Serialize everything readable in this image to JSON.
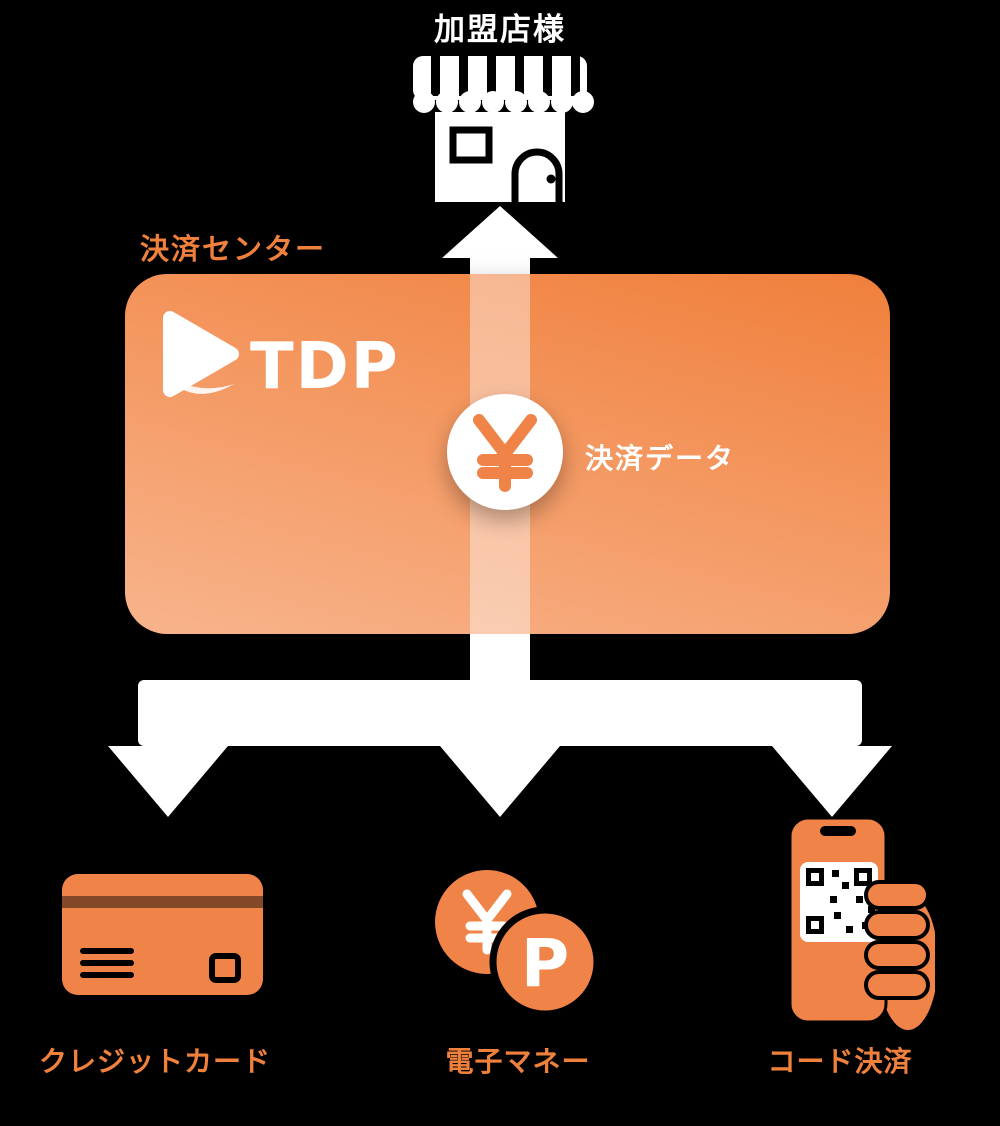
{
  "colors": {
    "background": "#000000",
    "accent": "#EF8348",
    "accent_text": "#F0813C",
    "box_gradient_top": "#F07F3B",
    "box_gradient_bottom": "#F8B48C",
    "white": "#FFFFFF",
    "detail_dark": "#000000"
  },
  "merchant": {
    "label": "加盟店様"
  },
  "payment_center": {
    "label": "決済センター",
    "brand": "TDP"
  },
  "flow": {
    "data_label": "決済データ",
    "yen_icon": "¥"
  },
  "methods": {
    "credit_card": {
      "label": "クレジットカード"
    },
    "e_money": {
      "label": "電子マネー",
      "yen_icon": "¥",
      "point_icon": "P"
    },
    "code_payment": {
      "label": "コード決済"
    }
  },
  "icons": {
    "merchant": "store-icon",
    "payment_center": "play-logo-icon",
    "payment_data": "yen-coin-icon",
    "credit_card": "credit-card-icon",
    "e_money": "yen-and-point-coins-icon",
    "code_payment": "hand-holding-phone-qr-icon"
  }
}
